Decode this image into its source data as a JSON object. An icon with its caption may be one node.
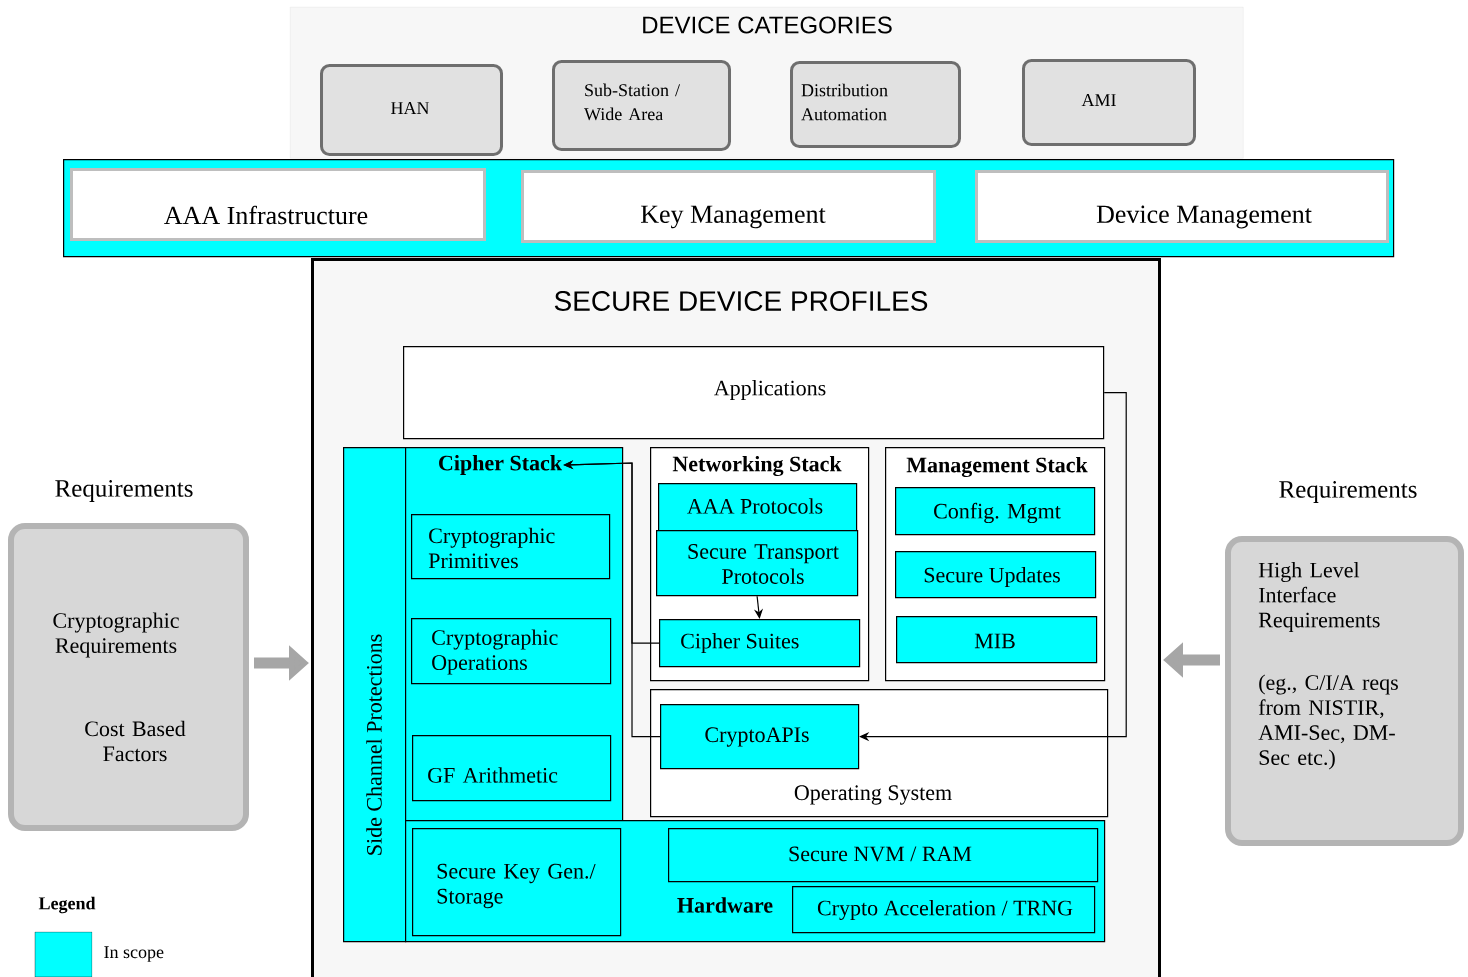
{
  "diagram": {
    "nodes": [
      {
        "text": [
          "DEVICE CATEGORIES"
        ]
      },
      {
        "text": [
          "HAN"
        ],
        "in": 0
      },
      {
        "text": [
          "Sub-Station / Wide Area"
        ],
        "in": 0
      },
      {
        "text": [
          "Distribution Automation"
        ],
        "in": 0
      },
      {
        "text": [
          "AMI"
        ],
        "in": 0
      },
      {
        "text": [],
        "shape": "band"
      },
      {
        "text": [
          "AAA Infrastructure"
        ],
        "in": 5
      },
      {
        "text": [
          "Key Management"
        ],
        "in": 5
      },
      {
        "text": [
          "Device Management"
        ],
        "in": 5
      },
      {
        "text": [
          "SECURE DEVICE PROFILES"
        ]
      },
      {
        "text": [
          "Applications"
        ],
        "in": 9
      },
      {
        "text": [
          "Side Channel Protections"
        ],
        "in": 9
      },
      {
        "text": [
          "Cipher Stack"
        ],
        "in": 9
      },
      {
        "text": [
          "Cryptographic Primitives"
        ],
        "in": 12
      },
      {
        "text": [
          "Cryptographic Operations"
        ],
        "in": 12
      },
      {
        "text": [
          "GF Arithmetic"
        ],
        "in": 12
      },
      {
        "text": [
          "Networking Stack"
        ],
        "in": 9
      },
      {
        "text": [
          "AAA Protocols"
        ],
        "in": 16
      },
      {
        "text": [
          "Secure Transport Protocols"
        ],
        "in": 16
      },
      {
        "text": [
          "Cipher Suites"
        ],
        "in": 16
      },
      {
        "text": [
          "Management Stack"
        ],
        "in": 9
      },
      {
        "text": [
          "Config. Mgmt"
        ],
        "in": 20
      },
      {
        "text": [
          "Secure Updates"
        ],
        "in": 20
      },
      {
        "text": [
          "MIB"
        ],
        "in": 20
      },
      {
        "text": [
          "Operating System"
        ],
        "in": 9
      },
      {
        "text": [
          "CryptoAPIs"
        ],
        "in": 24
      },
      {
        "text": [
          "Hardware"
        ],
        "in": 9
      },
      {
        "text": [
          "Secure Key Gen./ Storage"
        ],
        "in": 26
      },
      {
        "text": [
          "Secure NVM / RAM"
        ],
        "in": 26
      },
      {
        "text": [
          "Crypto Acceleration / TRNG"
        ],
        "in": 26
      },
      {
        "text": [
          "Requirements",
          "Cryptographic Requirements",
          "Cost Based Factors"
        ]
      },
      {
        "text": [
          "Requirements",
          "High Level Interface Requirements",
          "(eg., C/I/A reqs from NISTIR, AMI-Sec, DM-Sec etc.)"
        ]
      }
    ],
    "edges": [
      {
        "from": 19,
        "to": 12,
        "arrow": "to"
      },
      {
        "from": 25,
        "to": 12,
        "arrow": "to"
      },
      {
        "from": 18,
        "to": 19,
        "arrow": "to"
      },
      {
        "from": 10,
        "to": 25,
        "arrow": "to"
      },
      {
        "from": 30,
        "to": 9,
        "arrow": "to",
        "style": "thick",
        "color": "#a6a6a6"
      },
      {
        "from": 31,
        "to": 9,
        "arrow": "to",
        "style": "thick",
        "color": "#a6a6a6"
      }
    ],
    "labels": [
      "Legend"
    ],
    "legend": [
      {
        "text": "In scope",
        "color": "#00ffff"
      }
    ]
  }
}
